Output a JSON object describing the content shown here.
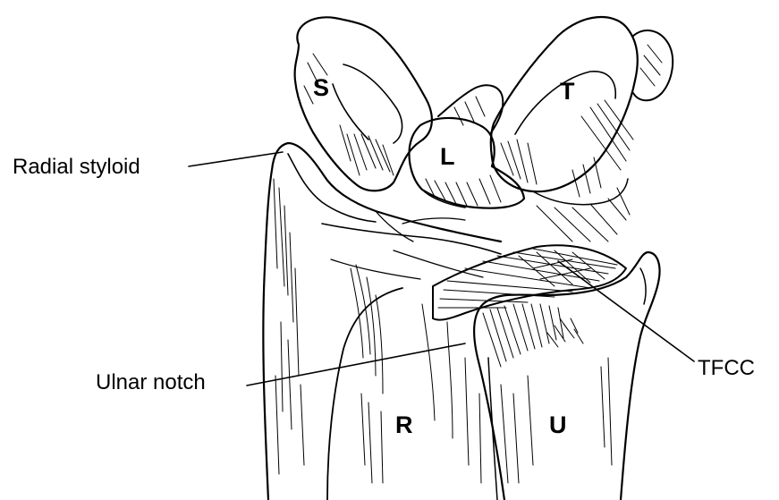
{
  "annotations": {
    "radial_styloid": "Radial styloid",
    "ulnar_notch": "Ulnar notch",
    "tfcc": "TFCC"
  },
  "bone_letters": {
    "scaphoid": "S",
    "lunate": "L",
    "triquetrum": "T",
    "radius": "R",
    "ulna": "U"
  },
  "colors": {
    "line": "#000000",
    "background": "#ffffff"
  }
}
